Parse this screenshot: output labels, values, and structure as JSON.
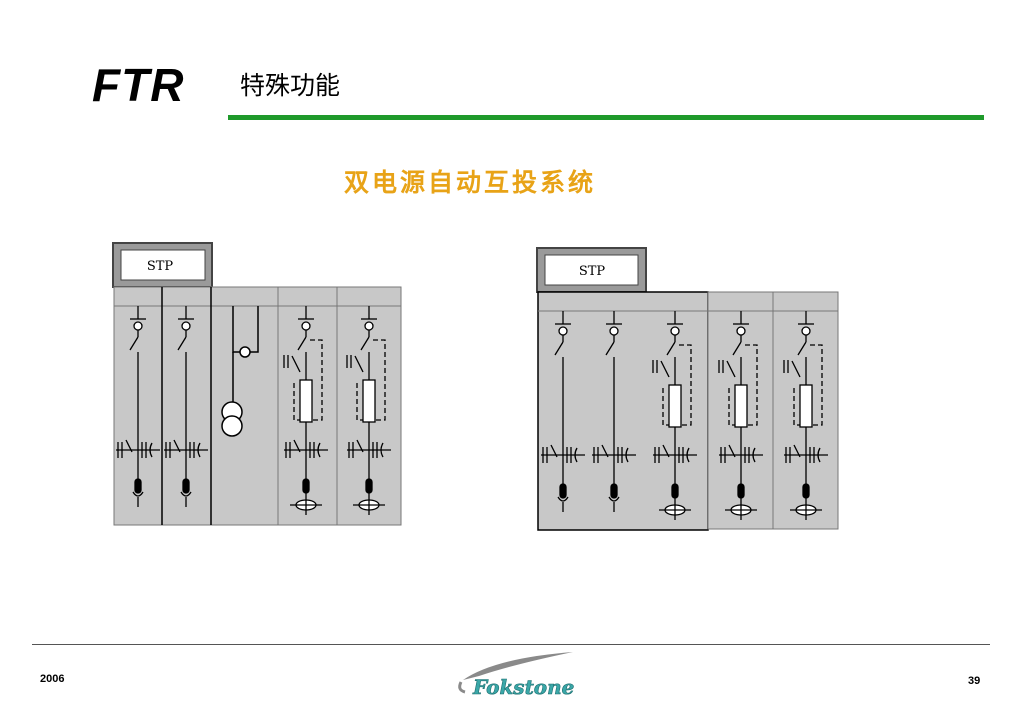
{
  "header": {
    "logo": "FTR",
    "section_title": "特殊功能"
  },
  "diagram": {
    "title": "双电源自动互投系统",
    "left_panel_label": "STP",
    "right_panel_label": "STP"
  },
  "footer": {
    "year": "2006",
    "page_number": "39",
    "brand": "Fokstone"
  },
  "colors": {
    "accent_green": "#1f9a2b",
    "title_gold": "#e8a317",
    "panel_gray": "#c8c8c8"
  }
}
